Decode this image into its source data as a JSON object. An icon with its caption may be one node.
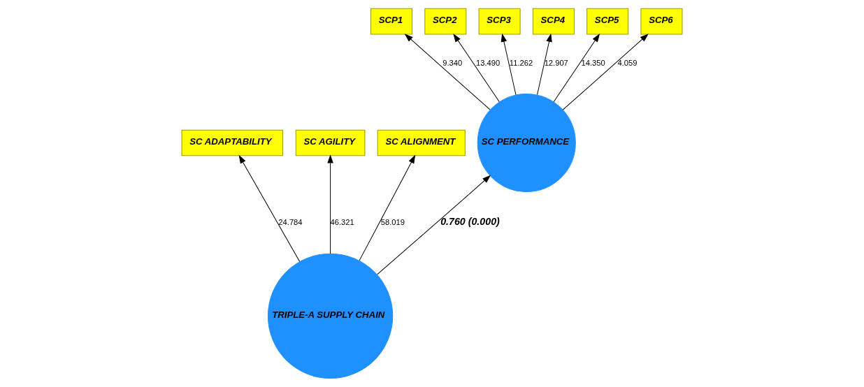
{
  "diagram": {
    "nodes": [
      {
        "text": [
          "SCP1"
        ]
      },
      {
        "text": [
          "SCP2"
        ]
      },
      {
        "text": [
          "SCP3"
        ]
      },
      {
        "text": [
          "SCP4"
        ]
      },
      {
        "text": [
          "SCP5"
        ]
      },
      {
        "text": [
          "SCP6"
        ]
      },
      {
        "text": [
          "SC ADAPTABILITY"
        ]
      },
      {
        "text": [
          "SC AGILITY"
        ]
      },
      {
        "text": [
          "SC ALIGNMENT"
        ]
      },
      {
        "text": [
          "SC PERFORMANCE"
        ]
      },
      {
        "text": [
          "TRIPLE-A SUPPLY CHAIN"
        ]
      }
    ],
    "edges": [
      {
        "from": 10,
        "to": 6,
        "arrow": "to",
        "label": "24.784"
      },
      {
        "from": 10,
        "to": 7,
        "arrow": "to",
        "label": "46.321"
      },
      {
        "from": 10,
        "to": 8,
        "arrow": "to",
        "label": "58.019"
      },
      {
        "from": 10,
        "to": 9,
        "arrow": "to",
        "label": "0.760 (0.000)"
      },
      {
        "from": 9,
        "to": 0,
        "arrow": "to",
        "label": "9.340"
      },
      {
        "from": 9,
        "to": 1,
        "arrow": "to",
        "label": "13.490"
      },
      {
        "from": 9,
        "to": 2,
        "arrow": "to",
        "label": "11.262"
      },
      {
        "from": 9,
        "to": 3,
        "arrow": "to",
        "label": "12.907"
      },
      {
        "from": 9,
        "to": 4,
        "arrow": "to",
        "label": "14.350"
      },
      {
        "from": 9,
        "to": 5,
        "arrow": "to",
        "label": "4.059"
      }
    ]
  }
}
